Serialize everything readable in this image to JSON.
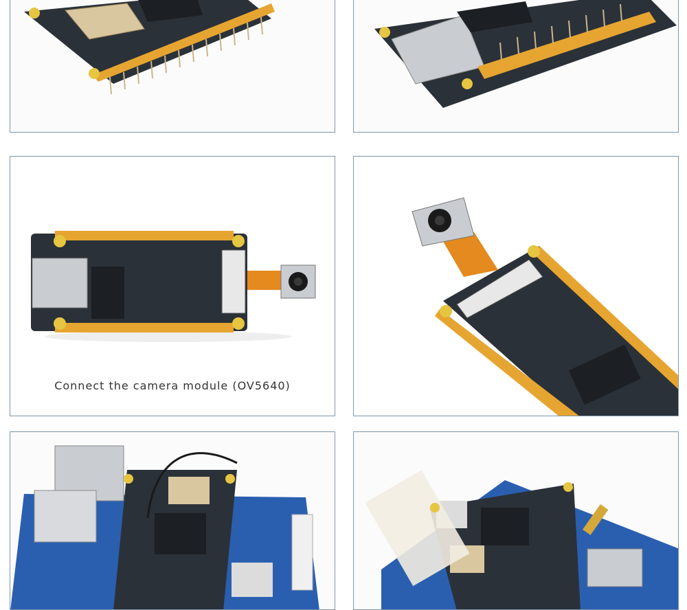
{
  "panels": [
    {
      "id": "top-left"
    },
    {
      "id": "top-right"
    },
    {
      "id": "middle-left",
      "caption": "Connect the camera module (OV5640)"
    },
    {
      "id": "middle-right"
    },
    {
      "id": "bottom-left"
    },
    {
      "id": "bottom-right"
    }
  ],
  "colors": {
    "frame": "#7d96a8",
    "pcb": "#2b3138",
    "header": "#e6a531",
    "flex_cable": "#e48a1f",
    "carrier_board": "#2a5fb0",
    "metal": "#c9ccd0"
  }
}
